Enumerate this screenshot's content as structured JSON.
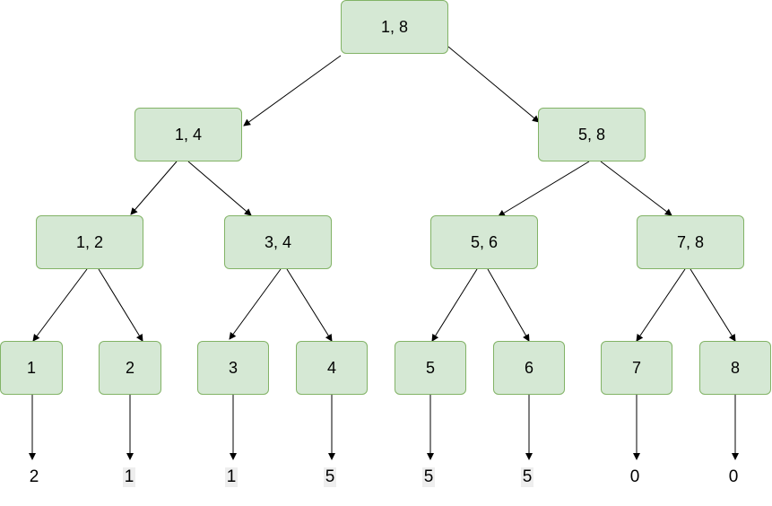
{
  "diagram": {
    "root": {
      "label": "1, 8"
    },
    "level1": [
      {
        "label": "1, 4"
      },
      {
        "label": "5, 8"
      }
    ],
    "level2": [
      {
        "label": "1, 2"
      },
      {
        "label": "3, 4"
      },
      {
        "label": "5, 6"
      },
      {
        "label": "7, 8"
      }
    ],
    "leaves": [
      {
        "label": "1",
        "value": "2"
      },
      {
        "label": "2",
        "value": "1"
      },
      {
        "label": "3",
        "value": "1"
      },
      {
        "label": "4",
        "value": "5"
      },
      {
        "label": "5",
        "value": "5"
      },
      {
        "label": "6",
        "value": "5"
      },
      {
        "label": "7",
        "value": "0"
      },
      {
        "label": "8",
        "value": "0"
      }
    ],
    "colors": {
      "node_fill": "#d5e8d4",
      "node_border": "#82b366",
      "edge": "#000000",
      "highlight": "#eeeeee"
    }
  }
}
